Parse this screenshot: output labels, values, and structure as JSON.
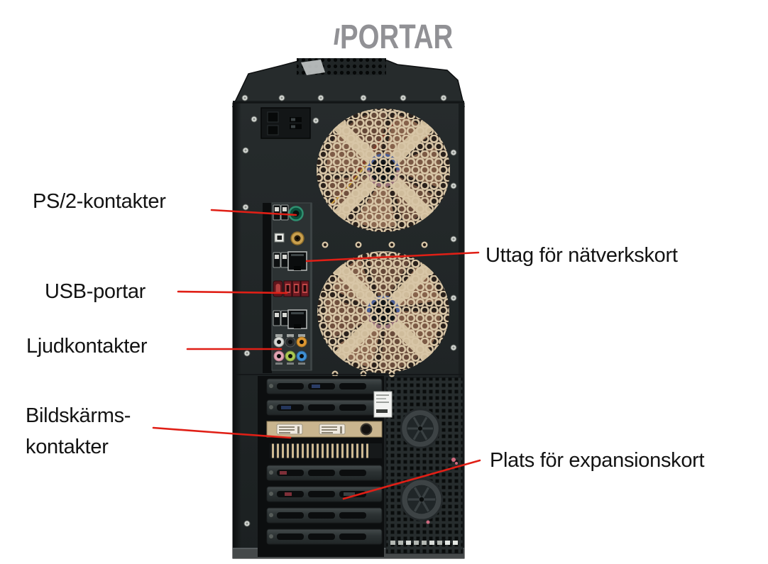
{
  "title": "PORTAR",
  "annotations": {
    "ps2": {
      "label": "PS/2-kontakter"
    },
    "usb": {
      "label": "USB-portar"
    },
    "audio": {
      "label": "Ljudkontakter"
    },
    "display": {
      "label_line1": "Bildskärms-",
      "label_line2": "kontakter"
    },
    "network": {
      "label": "Uttag för nätverkskort"
    },
    "expansion": {
      "label": "Plats för expansionskort"
    }
  },
  "photo": {
    "subject": "rear-of-black-tower-pc-case",
    "io_ports": [
      "usb-ports",
      "ps2-connector",
      "spdif-optical",
      "coax-audio",
      "ethernet-rj45",
      "red-esata-usb-ports",
      "audio-jacks-6x"
    ],
    "features": [
      "honeycomb-fan-grille-top",
      "honeycomb-fan-grille-bottom",
      "expansion-slot-covers",
      "graphics-card-dvi-connectors",
      "perforated-vent-panel",
      "power-inset"
    ]
  },
  "colors": {
    "background": "#ffffff",
    "title_text": "#919195",
    "label_text": "#131313",
    "annotation_line": "#e01f16",
    "case_body": "#202526",
    "grille_mesh": "#d8c6a7",
    "fan_blades": "#7b5a49"
  }
}
